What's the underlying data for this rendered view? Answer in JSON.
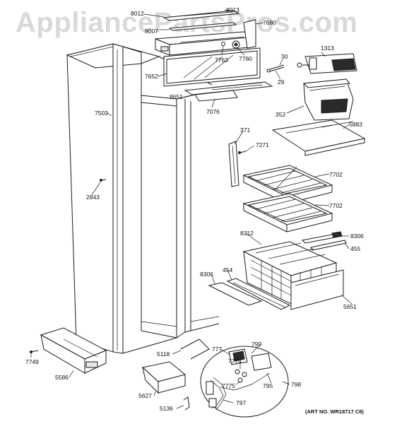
{
  "watermark": "AppliancePartsPros.com",
  "art_number": "(ART NO. WR18717 C8)",
  "labels": {
    "p8012": "8012",
    "p8013": "8013",
    "p8007": "8007",
    "p7680": "7680",
    "p1313": "1313",
    "p30": "30",
    "p29": "29",
    "p7763": "7763",
    "p7760": "7760",
    "p7652": "7652",
    "p8651": "8651",
    "p7076": "7076",
    "p352": "352",
    "p7503": "7503",
    "p5883": "5883",
    "p371": "371",
    "p7271": "7271",
    "p7702a": "7702",
    "p7702b": "7702",
    "p2843": "2843",
    "p8312": "8312",
    "p8306a": "8306",
    "p455": "455",
    "p8306b": "8306",
    "p454": "454",
    "p5651": "5651",
    "p5118": "5118",
    "p777": "777",
    "p799": "799",
    "p7749": "7749",
    "p5586": "5586",
    "p7774": "7774",
    "p7775": "7775",
    "p795": "795",
    "p798": "798",
    "p5627": "5627",
    "p797": "797",
    "p5136": "5136"
  }
}
